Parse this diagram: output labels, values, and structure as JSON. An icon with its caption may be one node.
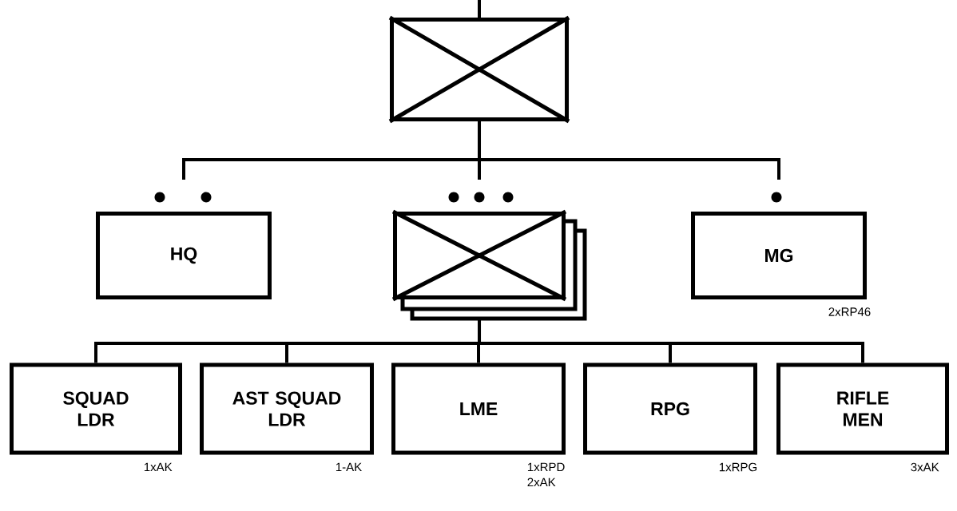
{
  "diagram": {
    "nodes": [
      {
        "text": [],
        "shape": "box"
      },
      {
        "text": [
          "HQ"
        ]
      },
      {
        "text": [],
        "shape": "box"
      },
      {
        "text": [
          "MG"
        ],
        "beside": [
          "2xRP46"
        ]
      },
      {
        "text": [
          "SQUAD LDR"
        ],
        "beside": [
          "1xAK"
        ]
      },
      {
        "text": [
          "AST SQUAD LDR"
        ],
        "beside": [
          "1-AK"
        ]
      },
      {
        "text": [
          "LME"
        ],
        "beside": [
          "1xRPD 2xAK"
        ]
      },
      {
        "text": [
          "RPG"
        ],
        "beside": [
          "1xRPG"
        ]
      },
      {
        "text": [
          "RIFLE MEN"
        ],
        "beside": [
          "3xAK"
        ]
      }
    ],
    "edges": [
      {
        "from": null,
        "to": 0,
        "arrow": "none"
      },
      {
        "from": 0,
        "to": 1,
        "arrow": "none"
      },
      {
        "from": 0,
        "to": 2,
        "arrow": "none"
      },
      {
        "from": 0,
        "to": 3,
        "arrow": "none"
      },
      {
        "from": 2,
        "to": 4,
        "arrow": "none"
      },
      {
        "from": 2,
        "to": 5,
        "arrow": "none"
      },
      {
        "from": 2,
        "to": 6,
        "arrow": "none"
      },
      {
        "from": 2,
        "to": 7,
        "arrow": "none"
      },
      {
        "from": 2,
        "to": 8,
        "arrow": "none"
      }
    ]
  }
}
